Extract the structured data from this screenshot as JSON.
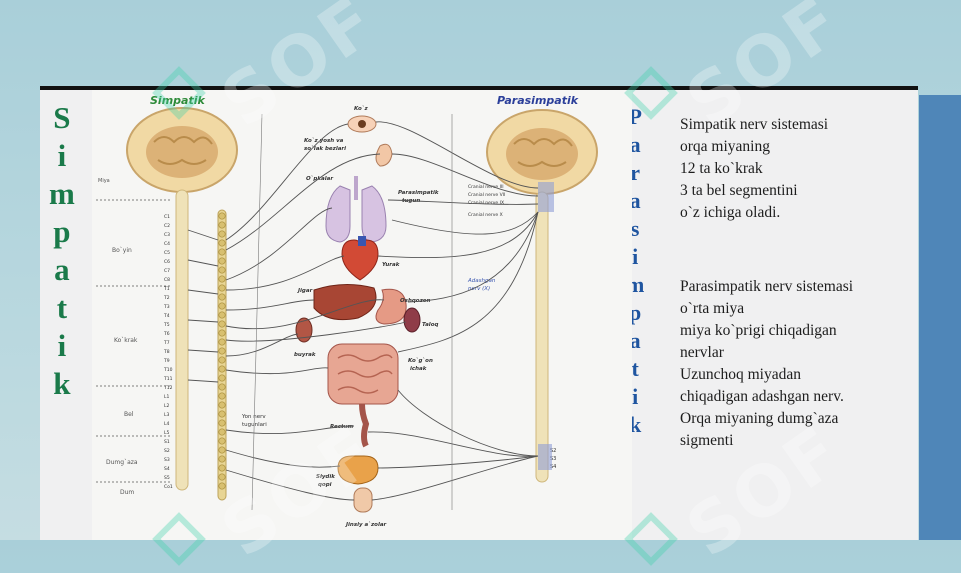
{
  "vertical_left": "Simpatik",
  "vertical_right": "Parasimpatik",
  "diagram": {
    "title_left": "Simpatik",
    "title_right": "Parasimpatik",
    "labels": {
      "kozi": "Ko`z",
      "kozyosh": "Ko`z yosh va",
      "sulak": "so`lak bezlari",
      "opkalar": "O`pkalar",
      "parasimpatik_tugun": "Parasimpatik",
      "tugun": "tugun",
      "yurak": "Yurak",
      "jigar": "Jigar",
      "oshqozon": "Oshqozon",
      "taloq": "Taloq",
      "buyrak": "buyrak",
      "kogon": "Ko`g`on",
      "ichak": "ichak",
      "rectum": "Rectum",
      "qovuq": "Siydik",
      "qopi": "qopi",
      "jinsiy": "Jinsiy a`zolar",
      "adashgan": "Adashgan",
      "nerv_x": "nerv (X)",
      "cranial_3": "Cranial nerve III",
      "cranial_7": "Cranial nerve VII",
      "cranial_9": "Cranial nerve IX",
      "cranial_10": "Cranial nerve X",
      "miya": "Miya",
      "kokrak_lbl": "Ko`krak",
      "bo_yin": "Bo`yin",
      "bel": "Bel",
      "dumgaza": "Dumg`aza",
      "dum": "Dum",
      "zanjir": "Yon nerv",
      "tugunlari": "tugunlari",
      "s2": "S2",
      "s3": "S3",
      "s4": "S4"
    },
    "segments": [
      "C1",
      "C2",
      "C3",
      "C4",
      "C5",
      "C6",
      "C7",
      "C8",
      "T1",
      "T2",
      "T3",
      "T4",
      "T5",
      "T6",
      "T7",
      "T8",
      "T9",
      "T10",
      "T11",
      "T12",
      "L1",
      "L2",
      "L3",
      "L4",
      "L5",
      "S1",
      "S2",
      "S3",
      "S4",
      "S5",
      "Co1"
    ]
  },
  "text1": [
    "Simpatik nerv sistemasi",
    "orqa miyaning",
    "12 ta ko`krak",
    "3 ta bel segmentini",
    "o`z ichiga oladi."
  ],
  "text2": [
    "Parasimpatik nerv sistemasi",
    "o`rta miya",
    "miya ko`prigi chiqadigan",
    "nervlar",
    "Uzunchoq miyadan",
    "chiqadigan adashgan nerv.",
    "Orqa miyaning dumg`aza",
    "sigmenti"
  ],
  "watermark": "SOF",
  "colors": {
    "simpatik": "#1a7a4a",
    "parasimpatik": "#1f55a0",
    "slide_bg": "#f0f0f1",
    "strip": "#4f86b8"
  }
}
